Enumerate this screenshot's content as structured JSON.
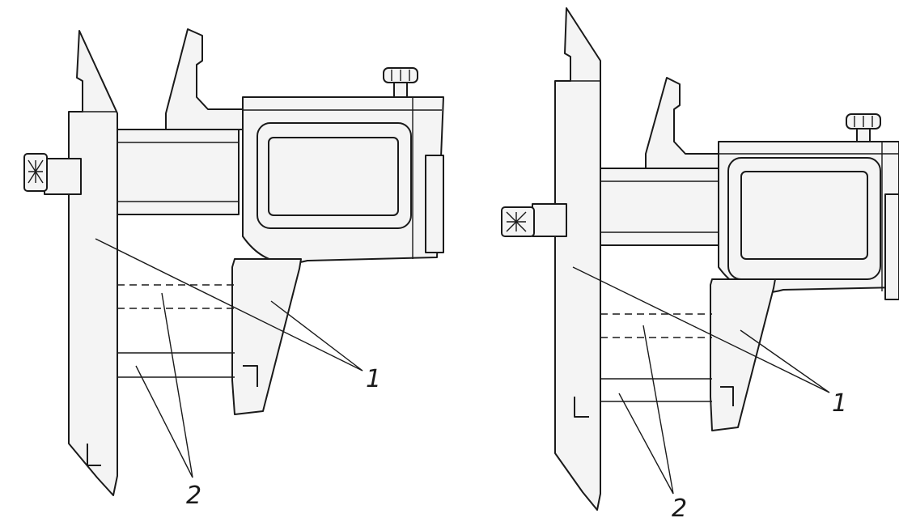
{
  "figures": [
    {
      "callouts": [
        {
          "label": "1"
        },
        {
          "label": "2"
        }
      ]
    },
    {
      "callouts": [
        {
          "label": "1"
        },
        {
          "label": "2"
        }
      ]
    }
  ]
}
